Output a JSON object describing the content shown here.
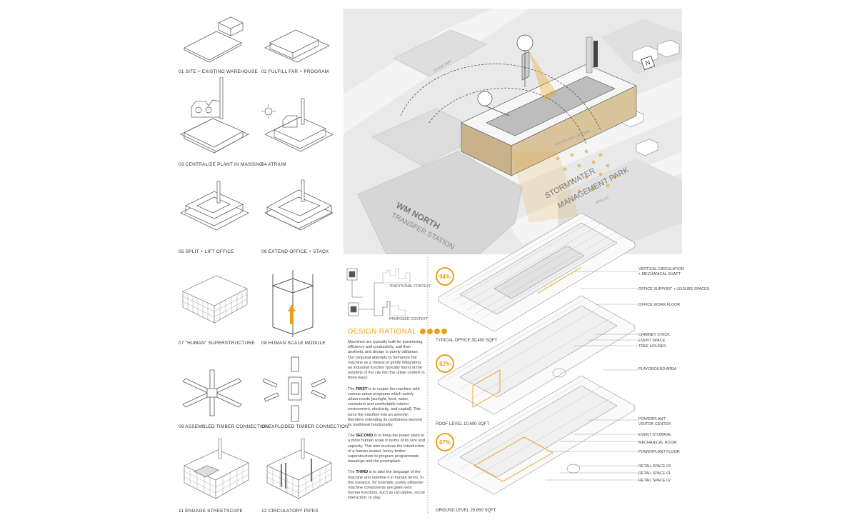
{
  "steps": [
    {
      "label": "01 SITE + EXISTING WAREHOUSE"
    },
    {
      "label": "02 FULFILL FAR + PROGRAM"
    },
    {
      "label": "03 CENTRALIZE PLANT IN MASSING"
    },
    {
      "label": "04 ATRIUM"
    },
    {
      "label": "05 SPLIT + LIFT OFFICE"
    },
    {
      "label": "06 EXTEND OFFICE + STACK"
    },
    {
      "label": "07 \"HUMAN\" SUPERSTRUCTURE"
    },
    {
      "label": "08 HUMAN SCALE MODULE"
    },
    {
      "label": "09 ASSEMBLED TIMBER CONNECTION"
    },
    {
      "label": "10 EXPLODED TIMBER CONNECTION"
    },
    {
      "label": "11 ENGAGE STREETSCAPE"
    },
    {
      "label": "12 CIRCULATORY PIPES"
    }
  ],
  "site": {
    "transfer_station_line1": "WM NORTH",
    "transfer_station_line2": "TRANSFER STATION",
    "park_line1": "STORMWATER",
    "park_line2": "MANAGEMENT PARK",
    "street_a": "STONE WAY",
    "street_b": "WOODLAWN AVENUE",
    "street_c": "35TH ST."
  },
  "context": {
    "traditional": "TRADITIONAL CONTEXT",
    "proposed": "PROPOSED CONTEXT"
  },
  "rationale": {
    "heading": "DESIGN RATIONAL",
    "intro": "Machines are typically built for maximizing efficiency and productivity, and their aesthetic and design is purely utilitarian. Our proposal attempts to humanize the machine as a means of gently integrating an industrial function typically found at the outskirts of the city into the urban context in three ways:",
    "first_key": "FIRST",
    "first_pre": "The ",
    "first_text": " is to couple the machine with various urban programs which satisfy urban needs [sunlight, food, water, consistent and comfortable interior environment, electricity, and capital]. This turns the machine into an amenity, therefore extending its usefulness beyond its traditional functionality.",
    "second_key": "SECOND",
    "second_pre": "The ",
    "second_text": " is to bring the power plant to a more human scale in terms of its size and capacity. This also involves the introduction of a human-scaled, heavy timber superstructure to program programmatic massings and the powerplant.",
    "third_key": "THIRD",
    "third_pre": "The ",
    "third_text": " is to take the language of the machine and redefine it in human terms. In this instance, for example, purely utilitarian machine components are given very human functions, such as circulation, social interaction, or play."
  },
  "levels": [
    {
      "percent": "94%",
      "label": "TYPICAL OFFICE 30,400 SQFT"
    },
    {
      "percent": "82%",
      "label": "ROOF LEVEL 10,600 SQFT"
    },
    {
      "percent": "67%",
      "label": "GROUND LEVEL 29,650 SQFT"
    }
  ],
  "callouts": [
    {
      "text": "VERTICAL CIRCULATION"
    },
    {
      "text": "+ MECHANICAL SHAFT"
    },
    {
      "text": "OFFICE SUPPORT + LEISURE SPACES"
    },
    {
      "text": "OFFICE WORK FLOOR"
    },
    {
      "text": "CHIMNEY STACK"
    },
    {
      "text": "EVENT SPACE"
    },
    {
      "text": "TREE HOUSES"
    },
    {
      "text": "PLAYGROUND AREA"
    },
    {
      "text": "POWERPLANT"
    },
    {
      "text": "VISITOR CENTER"
    },
    {
      "text": "EVENT STORAGE"
    },
    {
      "text": "MECHANICAL ROOM"
    },
    {
      "text": "POWERPLANT FLOOR"
    },
    {
      "text": "RETAIL SPACE 03"
    },
    {
      "text": "RETAIL SPACE 01"
    },
    {
      "text": "RETAIL SPACE 02"
    }
  ],
  "colors": {
    "accent": "#e8a21a",
    "line": "#555555",
    "map": "#dcdcdc"
  }
}
